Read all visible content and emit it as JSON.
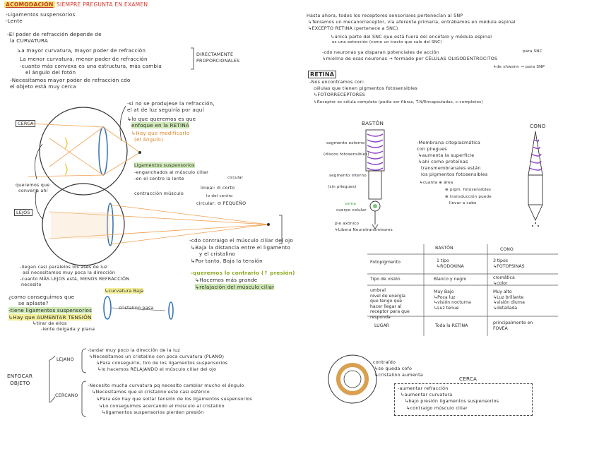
{
  "header": {
    "title": "ACOMODACIÓN",
    "subtitle": "SIEMPRE PREGUNTA EN EXAMEN"
  },
  "left": {
    "intro": [
      "-Ligamentos suspensorios",
      "-Lente"
    ],
    "refraction": [
      "-El poder de refracción depende de",
      "la CURVATURA",
      "↳a mayor curvatura, mayor poder de refracción",
      "La menor curvatura, menor poder de refracción",
      "-cuanto más convexa es una estructura, más cambia",
      "el ángulo del fotón",
      "-Necesitamos mayor poder de refracción cdo",
      "el objeto está muy cerca"
    ],
    "directly": [
      "DIRECTAMENTE",
      "PROPORCIONALES"
    ],
    "cerca_label": "CERCA",
    "lejos_label": "LEJOS",
    "queremos": [
      "queremos que",
      "converja ahí"
    ],
    "notes_top": [
      "-si no se produjese la refracción,",
      "el at de luz seguiría por aquí",
      "↳lo que queremos es que",
      "enfoque en la RETINA",
      "↳Hay que modificarlo",
      "(el ángulo)"
    ],
    "ligaments": [
      "Ligamentos suspensorios",
      "-enganchados al músculo ciliar",
      "-en el centro la lente",
      "circular"
    ],
    "contraction": [
      "contracción músculo",
      "lineal: ⊖ corto",
      "circular: ⊖ PEQUEÑO",
      "lo del centro"
    ],
    "contract_notes": [
      "-cdo contraigo el músculo ciliar del ojo",
      "↳Baja la distancia entre el ligamento",
      "y el cristalino",
      "↳Por tanto, Baja la tensión",
      "-queremos lo contrario (↑ presión)",
      "↳Hacemos más grande",
      "↳relajación del músculo ciliar"
    ],
    "lejos_notes": [
      "-llegan casi paralelos los ases de luz",
      "así necesitamos muy poca la dirección",
      "-cuanto MÁS LEJOS está, MENOS REFRACCIÓN",
      "necesito",
      "↳curvatura Baja"
    ],
    "flatten": [
      "¿como conseguimos que",
      "se aplaste?",
      "-tiene ligamentos suspensorios",
      "↳Hay que AUMENTAR TENSIÓN",
      "↳tirar de ellos",
      "-lente delgada y plana"
    ],
    "cristalino": "cristalino pasa"
  },
  "bottom": {
    "enfocar": [
      "ENFOCAR",
      "OBJETO"
    ],
    "lejano": "LEJANO",
    "cercano": "CERCANO",
    "lejano_notes": [
      "-tardar muy poco la dirección de la luz",
      "↳Necesitamos un cristalino con poca curvatura (PLANO)",
      "↳Para conseguirlo, tiro de los ligamentos suspensorios",
      "↳lo hacemos RELAJANDO el músculo ciliar del ojo"
    ],
    "cercano_notes": [
      "-Necesito mucha curvatura pq necesito cambiar mucho el ángulo",
      "↳Necesitamos que el cristalino esté casi esférico",
      "↳Para eso hay que soltar tensión de los ligamentos suspensorios",
      "↳Lo conseguimos acercando el músculo al cristalino",
      "↳ligamentos suspensorios pierden presión"
    ],
    "eye_notes": [
      "contraído",
      "↳se queda cofo",
      "↳cristalino aumenta"
    ],
    "cerca_box_title": "CERCA",
    "cerca_box": [
      "-aumentar refracción",
      "↳aumentar curvatura",
      "↳bajo presión ligamentos suspensorios",
      "↳contraigo músculo ciliar"
    ]
  },
  "right": {
    "top": [
      "Hasta ahora, todos los receptores sensoriales pertenecían al SNP",
      "↳Teníamos un mecanorreceptor, vía aferente primaria, entrábamos en médula espinal",
      "↳EXCEPTO RETINA (pertenece a SNC)",
      "↳única parte del SNC que está fuera del encéfalo y médula espinal",
      "es una extensión (como un tracto que sale del SNC)",
      "-cdo neuronas ya disparan potenciales de acción",
      "↳mielina de esas neuronas → formado por CÉLULAS OLIGODENTROCITOS",
      "para SNC",
      "↳de shwann → para SNP"
    ],
    "retina_title": "RETINA",
    "retina": [
      "-Nos encontramos con:",
      "células que tienen pigmentos fotosensibles",
      "↳FOTORRECEPTORES",
      "↳Receptor es célula completa (podía ser fibras, T.N/Encapsuladas, c-completos)"
    ],
    "baston_label": "BASTÓN",
    "cono_label": "CONO",
    "cell_parts": [
      "segmento externo",
      "(discos fotosensibles)",
      "segmento interno",
      "(sin pliegues)",
      "soma",
      "cuerpo celular",
      "pie axónico",
      "↳Libera Neurotransmisores"
    ],
    "membrane": [
      "-Membrana citoplasmática",
      "con pliegues",
      "↳aumenta la superficie",
      "↳ahí como proteínas",
      "transmembranales están",
      "los pigmentos fotosensibles",
      "↳cuanta ⊕ área",
      "⊕ pigm. fotosensibles",
      "⊕ transducción puede",
      "llevar a cabo"
    ],
    "table": {
      "headers": [
        "",
        "BASTÓN",
        "CONO"
      ],
      "rows": [
        [
          "Fotopigmento",
          "1 tipo\n↳RODOKINA",
          "3 tipos\n↳FOTOPSINAS"
        ],
        [
          "Tipo de visión",
          "Blanco y negro",
          "cromática\n↳color"
        ],
        [
          "umbral\nnivel de energía\nque tengo que\nhacer llegar al\nreceptor para que\nresponda",
          "Muy Bajo\n↳Poca luz\n↳visión nocturna\n↳Luz tenue",
          "Muy alto\n↳Luz brillante\n↳visión diurna\n↳detallada"
        ],
        [
          "LUGAR",
          "Toda la RETINA",
          "principalmente en\nFOVEA"
        ]
      ]
    }
  }
}
